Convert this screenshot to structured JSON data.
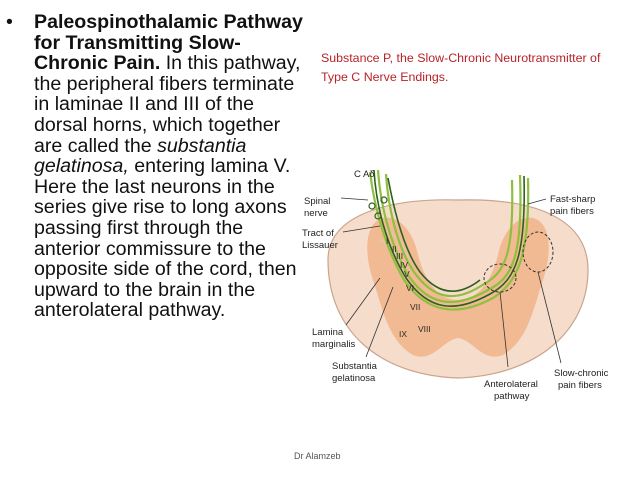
{
  "slide": {
    "bullet": "•",
    "text_bold": "Paleospinothalamic Pathway for Transmitting Slow-Chronic Pain.",
    "text_part1": " In this pathway, the peripheral fibers terminate in laminae II and III of the dorsal horns, which together are called the ",
    "text_italic": "substantia gelatinosa,",
    "text_part2": " entering lamina V. Here the last neurons in the series give rise to long axons passing first through the anterior commissure to the opposite side of the cord, then upward to the brain in the anterolateral pathway.",
    "note": "Substance P, the Slow-Chronic Neurotransmitter of Type C Nerve Endings.",
    "footer": "Dr Alamzeb"
  },
  "diagram": {
    "labels": {
      "c_adelta": "C Aδ",
      "spinal_nerve_1": "Spinal",
      "spinal_nerve_2": "nerve",
      "tract_1": "Tract of",
      "tract_2": "Lissauer",
      "fast_1": "Fast-sharp",
      "fast_2": "pain fibers",
      "lamina_1": "Lamina",
      "lamina_2": "marginalis",
      "subst_1": "Substantia",
      "subst_2": "gelatinosa",
      "antero_1": "Anterolateral",
      "antero_2": "pathway",
      "slow_1": "Slow-chronic",
      "slow_2": "pain fibers"
    },
    "laminae": [
      "I",
      "II",
      "III",
      "IV",
      "V",
      "VI",
      "VII",
      "VIII",
      "IX"
    ],
    "colors": {
      "cord": "#f6dccb",
      "gray_matter": "#f0b48a",
      "fiber_green": "#8fbf3f",
      "fiber_dark": "#2e5f1e",
      "label": "#222222"
    }
  }
}
